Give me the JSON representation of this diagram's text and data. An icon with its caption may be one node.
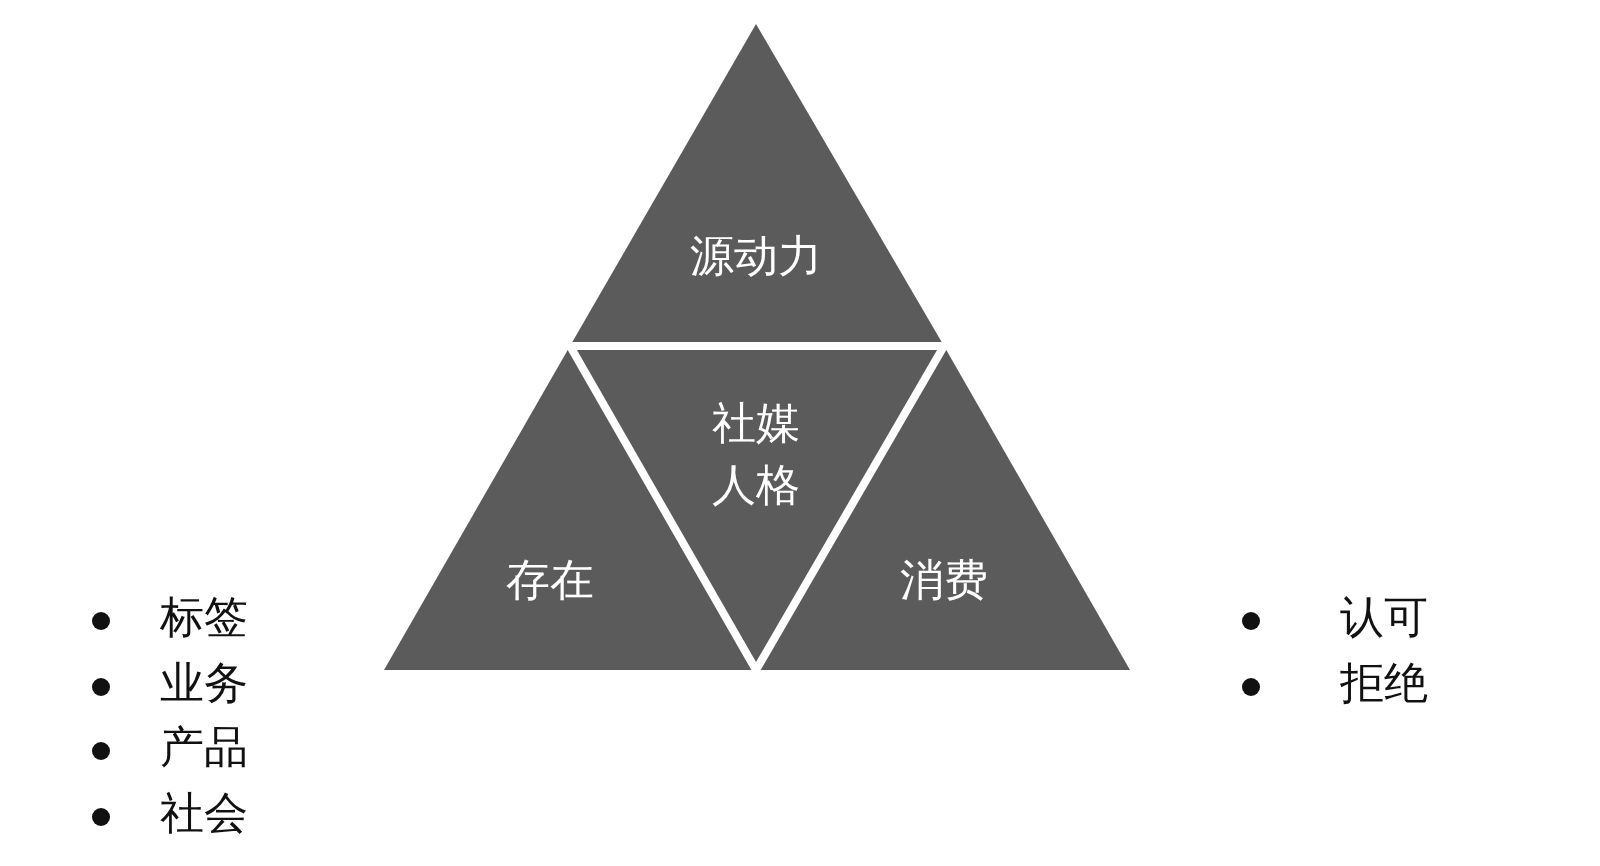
{
  "diagram": {
    "nodes": [
      {
        "text": [
          "源动力"
        ]
      },
      {
        "text": [
          "存在"
        ]
      },
      {
        "text": [
          "社媒人格"
        ]
      },
      {
        "text": [
          "消费"
        ]
      }
    ],
    "labels": [
      "标签",
      "业务",
      "产品",
      "社会",
      "认可",
      "拒绝"
    ]
  }
}
